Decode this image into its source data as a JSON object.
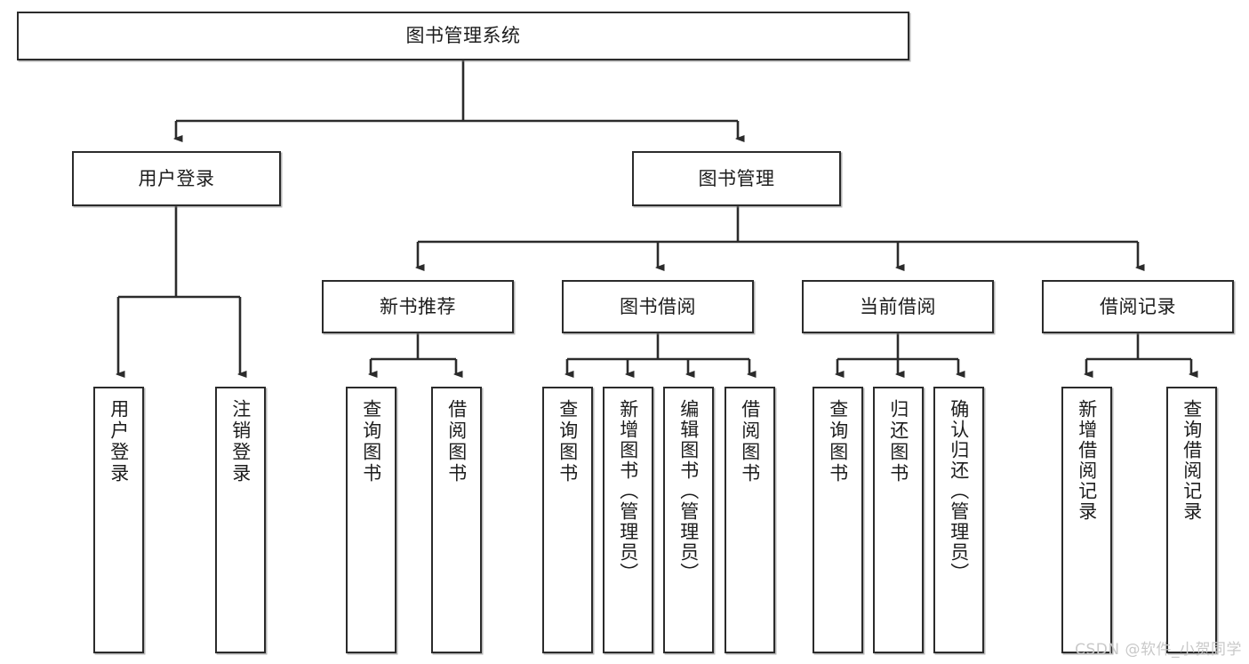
{
  "diagram": {
    "title": "图书管理系统",
    "type": "tree",
    "watermark": "CSDN @软件_小贺同学",
    "colors": {
      "box_border": "#2b2b2b",
      "box_fill": "#ffffff",
      "line": "#2b2b2b",
      "text": "#1d1d1d",
      "watermark": "#c9c9c9"
    },
    "root": {
      "label": "图书管理系统"
    },
    "level2": [
      {
        "label": "用户登录"
      },
      {
        "label": "图书管理"
      }
    ],
    "level3": [
      {
        "label": "新书推荐"
      },
      {
        "label": "图书借阅"
      },
      {
        "label": "当前借阅"
      },
      {
        "label": "借阅记录"
      }
    ],
    "leaves": {
      "user_login": [
        {
          "label": "用户登录"
        },
        {
          "label": "注销登录"
        }
      ],
      "new_book": [
        {
          "label": "查询图书"
        },
        {
          "label": "借阅图书"
        }
      ],
      "book_borrow": [
        {
          "label": "查询图书"
        },
        {
          "label": "新增图书（管理员）"
        },
        {
          "label": "编辑图书（管理员）"
        },
        {
          "label": "借阅图书"
        }
      ],
      "current_borrow": [
        {
          "label": "查询图书"
        },
        {
          "label": "归还图书"
        },
        {
          "label": "确认归还（管理员）"
        }
      ],
      "borrow_record": [
        {
          "label": "新增借阅记录"
        },
        {
          "label": "查询借阅记录"
        }
      ]
    }
  }
}
